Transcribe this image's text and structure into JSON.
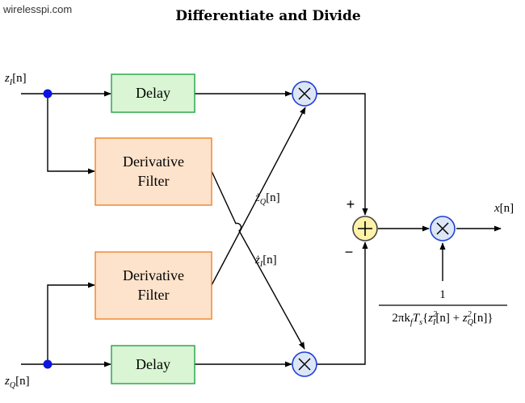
{
  "watermark": "wirelesspi.com",
  "title": "Differentiate and Divide",
  "blocks": {
    "delay_top": "Delay",
    "deriv_top_line1": "Derivative",
    "deriv_top_line2": "Filter",
    "deriv_bottom_line1": "Derivative",
    "deriv_bottom_line2": "Filter",
    "delay_bottom": "Delay"
  },
  "signals": {
    "zi_main": "z",
    "zi_sub": "I",
    "zi_arg": "[n]",
    "zq_main": "z",
    "zq_sub": "Q",
    "zq_arg": "[n]",
    "zq_dot_main": "ż",
    "zq_dot_sub": "Q",
    "zq_dot_arg": "[n]",
    "zi_dot_main": "ż",
    "zi_dot_sub": "I",
    "zi_dot_arg": "[n]",
    "out_main": "x",
    "out_arg": "[n]"
  },
  "signs": {
    "plus": "+",
    "minus": "−"
  },
  "scale": {
    "numerator": "1",
    "denominator": "2πk",
    "denominator_sub_f": "f",
    "denominator_T": "T",
    "denominator_sub_s": "s",
    "denominator_brace_open": "{",
    "denominator_z1": "z",
    "denominator_z1_sup": "2",
    "denominator_z1_sub": "I",
    "denominator_z1_arg": "[n]",
    "denominator_plus": " + ",
    "denominator_z2": "z",
    "denominator_z2_sup": "2",
    "denominator_z2_sub": "Q",
    "denominator_z2_arg": "[n]",
    "denominator_brace_close": "}"
  },
  "colors": {
    "delay_fill": "#d9f5d3",
    "delay_stroke": "#2fa84f",
    "deriv_fill": "#fde3cc",
    "deriv_stroke": "#f08a34",
    "multiplier_fill": "#dce6f7",
    "multiplier_stroke": "#1f3fd6",
    "adder_fill": "#fff2a8",
    "adder_stroke": "#444444",
    "node_dot": "#0a16e0"
  }
}
